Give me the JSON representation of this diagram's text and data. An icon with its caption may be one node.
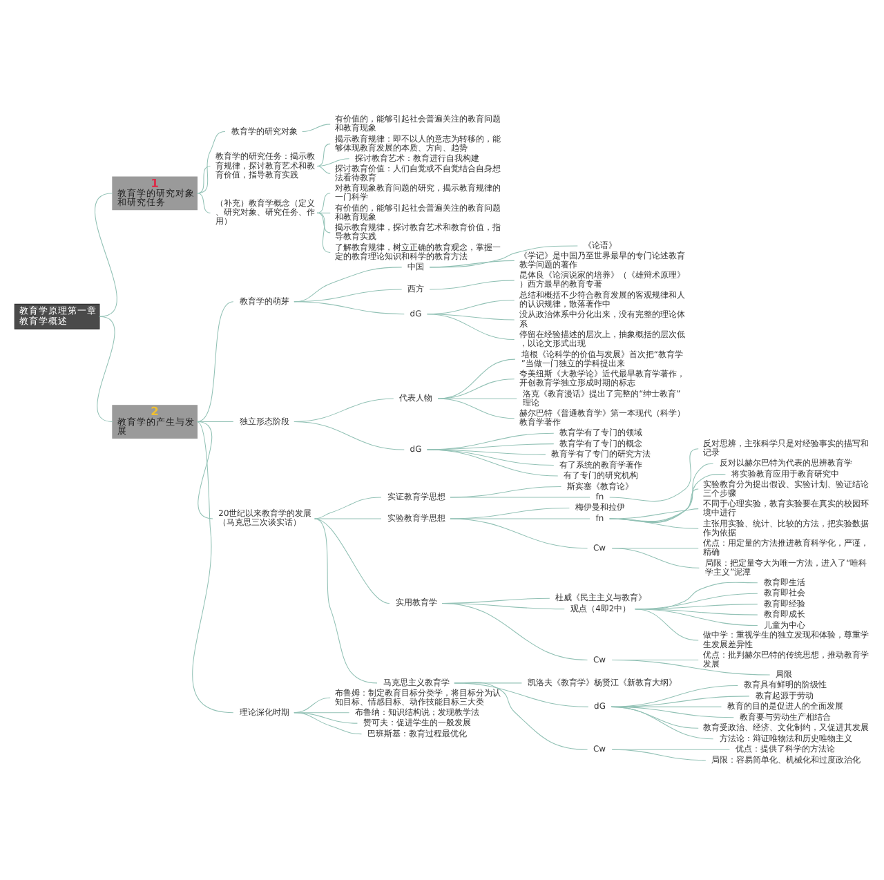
{
  "diagram": {
    "nodes": [
      {
        "text": [
          "教育学原理第一章教育学概述"
        ]
      },
      {
        "text": [
          "1",
          "教育学的研究对象和研究任务"
        ]
      },
      {
        "text": [
          "教育学的研究对象"
        ]
      },
      {
        "text": [
          "有价值的，能够引起社会普遍关注的教育问题和教育现象"
        ]
      },
      {
        "text": [
          "教育学的研究任务：揭示教育规律，探讨教育艺术和教育价值，指导教育实践"
        ]
      },
      {
        "text": [
          "揭示教育规律：即不以人的意志为转移的，能够体现教育发展的本质、方向、趋势"
        ]
      },
      {
        "text": [
          "探讨教育艺术：教育进行自我构建"
        ]
      },
      {
        "text": [
          "探讨教育价值：人们自觉或不自觉结合自身想法看待教育"
        ]
      },
      {
        "text": [
          "（补充）教育学概念（定义、研究对象、研究任务、作用）"
        ]
      },
      {
        "text": [
          "对教育现象教育问题的研究，揭示教育规律的一门科学"
        ]
      },
      {
        "text": [
          "有价值的，能够引起社会普遍关注的教育问题和教育现象"
        ]
      },
      {
        "text": [
          "揭示教育规律，探讨教育艺术和教育价值，指导教育实践"
        ]
      },
      {
        "text": [
          "了解教育规律，树立正确的教育观念，掌握一定的教育理论知识和科学的教育方法"
        ]
      },
      {
        "text": [
          "2",
          "教育学的产生与发展"
        ]
      },
      {
        "text": [
          "教育学的萌芽"
        ]
      },
      {
        "text": [
          "中国"
        ]
      },
      {
        "text": [
          "《论语》"
        ]
      },
      {
        "text": [
          "《学记》是中国乃至世界最早的专门论述教育教学问题的著作"
        ]
      },
      {
        "text": [
          "西方"
        ]
      },
      {
        "text": [
          "昆体良《论演说家的培养》（《雄辩术原理》）西方最早的教育专著"
        ]
      },
      {
        "text": [
          "dG"
        ]
      },
      {
        "text": [
          "总结和概括不少符合教育发展的客观规律和人的认识规律，散落著作中"
        ]
      },
      {
        "text": [
          "没从政治体系中分化出来，没有完整的理论体系"
        ]
      },
      {
        "text": [
          "停留在经验描述的层次上，抽象概括的层次低，以论文形式出现"
        ]
      },
      {
        "text": [
          "独立形态阶段"
        ]
      },
      {
        "text": [
          "代表人物"
        ]
      },
      {
        "text": [
          "培根《论科学的价值与发展》首次把“教育学”当做一门独立的学科提出来"
        ]
      },
      {
        "text": [
          "夸美纽斯《大教学论》近代最早教育学著作，开创教育学独立形成时期的标志"
        ]
      },
      {
        "text": [
          "洛克《教育漫话》提出了完整的“绅士教育”理论"
        ]
      },
      {
        "text": [
          "赫尔巴特《普通教育学》第一本现代（科学）教育学著作"
        ]
      },
      {
        "text": [
          "dG"
        ]
      },
      {
        "text": [
          "教育学有了专门的领域"
        ]
      },
      {
        "text": [
          "教育学有了专门的概念"
        ]
      },
      {
        "text": [
          "教育学有了专门的研究方法"
        ]
      },
      {
        "text": [
          "有了系统的教育学著作"
        ]
      },
      {
        "text": [
          "有了专门的研究机构"
        ]
      },
      {
        "text": [
          "20世纪以来教育学的发展（马克思三次谈实话）"
        ]
      },
      {
        "text": [
          "实证教育学思想"
        ]
      },
      {
        "text": [
          "斯宾塞《教育论》"
        ]
      },
      {
        "text": [
          "fn"
        ]
      },
      {
        "text": [
          "反对思辨，主张科学只是对经验事实的描写和记录"
        ]
      },
      {
        "text": [
          "实验教育学思想"
        ]
      },
      {
        "text": [
          "梅伊曼和拉伊"
        ]
      },
      {
        "text": [
          "fn"
        ]
      },
      {
        "text": [
          "反对以赫尔巴特为代表的思辨教育学"
        ]
      },
      {
        "text": [
          "将实验教育应用于教育研究中"
        ]
      },
      {
        "text": [
          "实验教育分为提出假设、实验计划、验证结论三个步骤"
        ]
      },
      {
        "text": [
          "不同于心理实验，教育实验要在真实的校园环境中进行"
        ]
      },
      {
        "text": [
          "主张用实验、统计、比较的方法，把实验数据作为依据"
        ]
      },
      {
        "text": [
          "Cw"
        ]
      },
      {
        "text": [
          "优点：用定量的方法推进教育科学化，严谨，精确"
        ]
      },
      {
        "text": [
          "局限：把定量夸大为唯一方法，进入了“唯科学主义”泥潭"
        ]
      },
      {
        "text": [
          "实用教育学"
        ]
      },
      {
        "text": [
          "杜威《民主主义与教育》"
        ]
      },
      {
        "text": [
          "观点（4即2中）"
        ]
      },
      {
        "text": [
          "教育即生活"
        ]
      },
      {
        "text": [
          "教育即社会"
        ]
      },
      {
        "text": [
          "教育即经验"
        ]
      },
      {
        "text": [
          "教育即成长"
        ]
      },
      {
        "text": [
          "儿童为中心"
        ]
      },
      {
        "text": [
          "做中学：重视学生的独立发现和体验，尊重学生发展差异性"
        ]
      },
      {
        "text": [
          "Cw"
        ]
      },
      {
        "text": [
          "优点：批判赫尔巴特的传统思想，推动教育学发展"
        ]
      },
      {
        "text": [
          "局限"
        ]
      },
      {
        "text": [
          "马克思主义教育学"
        ]
      },
      {
        "text": [
          "凯洛夫《教育学》杨贤江《新教育大纲》"
        ]
      },
      {
        "text": [
          "dG"
        ]
      },
      {
        "text": [
          "教育具有鲜明的阶级性"
        ]
      },
      {
        "text": [
          "教育起源于劳动"
        ]
      },
      {
        "text": [
          "教育的目的是促进人的全面发展"
        ]
      },
      {
        "text": [
          "教育要与劳动生产相结合"
        ]
      },
      {
        "text": [
          "教育受政治、经济、文化制约，又促进其发展"
        ]
      },
      {
        "text": [
          "方法论：辩证唯物法和历史唯物主义"
        ]
      },
      {
        "text": [
          "Cw"
        ]
      },
      {
        "text": [
          "优点：提供了科学的方法论"
        ]
      },
      {
        "text": [
          "局限：容易简单化、机械化和过度政治化"
        ]
      },
      {
        "text": [
          "理论深化时期"
        ]
      },
      {
        "text": [
          "布鲁姆：制定教育目标分类学，将目标分为认知目标、情感目标、动作技能目标三大类"
        ]
      },
      {
        "text": [
          "布鲁纳：知识结构说；发现教学法"
        ]
      },
      {
        "text": [
          "赞可夫：促进学生的一般发展"
        ]
      },
      {
        "text": [
          "巴班斯基：教育过程最优化"
        ]
      }
    ],
    "edges": [
      {
        "from": 0,
        "to": 1,
        "arrow": "none"
      },
      {
        "from": 1,
        "to": 2,
        "arrow": "none"
      },
      {
        "from": 2,
        "to": 3,
        "arrow": "none"
      },
      {
        "from": 1,
        "to": 4,
        "arrow": "none"
      },
      {
        "from": 4,
        "to": 5,
        "arrow": "none"
      },
      {
        "from": 4,
        "to": 6,
        "arrow": "none"
      },
      {
        "from": 4,
        "to": 7,
        "arrow": "none"
      },
      {
        "from": 1,
        "to": 8,
        "arrow": "none"
      },
      {
        "from": 8,
        "to": 9,
        "arrow": "none"
      },
      {
        "from": 8,
        "to": 10,
        "arrow": "none"
      },
      {
        "from": 8,
        "to": 11,
        "arrow": "none"
      },
      {
        "from": 8,
        "to": 12,
        "arrow": "none"
      },
      {
        "from": 0,
        "to": 13,
        "arrow": "none"
      },
      {
        "from": 13,
        "to": 14,
        "arrow": "none"
      },
      {
        "from": 14,
        "to": 15,
        "arrow": "none"
      },
      {
        "from": 15,
        "to": 16,
        "arrow": "none"
      },
      {
        "from": 15,
        "to": 17,
        "arrow": "none"
      },
      {
        "from": 14,
        "to": 18,
        "arrow": "none"
      },
      {
        "from": 18,
        "to": 19,
        "arrow": "none"
      },
      {
        "from": 14,
        "to": 20,
        "arrow": "none"
      },
      {
        "from": 20,
        "to": 21,
        "arrow": "none"
      },
      {
        "from": 20,
        "to": 22,
        "arrow": "none"
      },
      {
        "from": 20,
        "to": 23,
        "arrow": "none"
      },
      {
        "from": 13,
        "to": 24,
        "arrow": "none"
      },
      {
        "from": 24,
        "to": 25,
        "arrow": "none"
      },
      {
        "from": 25,
        "to": 26,
        "arrow": "none"
      },
      {
        "from": 25,
        "to": 27,
        "arrow": "none"
      },
      {
        "from": 25,
        "to": 28,
        "arrow": "none"
      },
      {
        "from": 25,
        "to": 29,
        "arrow": "none"
      },
      {
        "from": 24,
        "to": 30,
        "arrow": "none"
      },
      {
        "from": 30,
        "to": 31,
        "arrow": "none"
      },
      {
        "from": 30,
        "to": 32,
        "arrow": "none"
      },
      {
        "from": 30,
        "to": 33,
        "arrow": "none"
      },
      {
        "from": 30,
        "to": 34,
        "arrow": "none"
      },
      {
        "from": 30,
        "to": 35,
        "arrow": "none"
      },
      {
        "from": 13,
        "to": 36,
        "arrow": "none"
      },
      {
        "from": 36,
        "to": 37,
        "arrow": "none"
      },
      {
        "from": 37,
        "to": 38,
        "arrow": "none"
      },
      {
        "from": 37,
        "to": 39,
        "arrow": "none"
      },
      {
        "from": 39,
        "to": 40,
        "arrow": "none"
      },
      {
        "from": 36,
        "to": 41,
        "arrow": "none"
      },
      {
        "from": 41,
        "to": 42,
        "arrow": "none"
      },
      {
        "from": 41,
        "to": 43,
        "arrow": "none"
      },
      {
        "from": 43,
        "to": 44,
        "arrow": "none"
      },
      {
        "from": 43,
        "to": 45,
        "arrow": "none"
      },
      {
        "from": 43,
        "to": 46,
        "arrow": "none"
      },
      {
        "from": 43,
        "to": 47,
        "arrow": "none"
      },
      {
        "from": 43,
        "to": 48,
        "arrow": "none"
      },
      {
        "from": 41,
        "to": 49,
        "arrow": "none"
      },
      {
        "from": 49,
        "to": 50,
        "arrow": "none"
      },
      {
        "from": 49,
        "to": 51,
        "arrow": "none"
      },
      {
        "from": 36,
        "to": 52,
        "arrow": "none"
      },
      {
        "from": 52,
        "to": 53,
        "arrow": "none"
      },
      {
        "from": 52,
        "to": 54,
        "arrow": "none"
      },
      {
        "from": 54,
        "to": 55,
        "arrow": "none"
      },
      {
        "from": 54,
        "to": 56,
        "arrow": "none"
      },
      {
        "from": 54,
        "to": 57,
        "arrow": "none"
      },
      {
        "from": 54,
        "to": 58,
        "arrow": "none"
      },
      {
        "from": 54,
        "to": 59,
        "arrow": "none"
      },
      {
        "from": 54,
        "to": 60,
        "arrow": "none"
      },
      {
        "from": 52,
        "to": 61,
        "arrow": "none"
      },
      {
        "from": 61,
        "to": 62,
        "arrow": "none"
      },
      {
        "from": 61,
        "to": 63,
        "arrow": "none"
      },
      {
        "from": 36,
        "to": 64,
        "arrow": "none"
      },
      {
        "from": 64,
        "to": 65,
        "arrow": "none"
      },
      {
        "from": 64,
        "to": 66,
        "arrow": "none"
      },
      {
        "from": 66,
        "to": 67,
        "arrow": "none"
      },
      {
        "from": 66,
        "to": 68,
        "arrow": "none"
      },
      {
        "from": 66,
        "to": 69,
        "arrow": "none"
      },
      {
        "from": 66,
        "to": 70,
        "arrow": "none"
      },
      {
        "from": 66,
        "to": 71,
        "arrow": "none"
      },
      {
        "from": 66,
        "to": 72,
        "arrow": "none"
      },
      {
        "from": 64,
        "to": 73,
        "arrow": "none"
      },
      {
        "from": 73,
        "to": 74,
        "arrow": "none"
      },
      {
        "from": 73,
        "to": 75,
        "arrow": "none"
      },
      {
        "from": 13,
        "to": 76,
        "arrow": "none"
      },
      {
        "from": 76,
        "to": 77,
        "arrow": "none"
      },
      {
        "from": 76,
        "to": 78,
        "arrow": "none"
      },
      {
        "from": 76,
        "to": 79,
        "arrow": "none"
      },
      {
        "from": 76,
        "to": 80,
        "arrow": "none"
      }
    ]
  }
}
